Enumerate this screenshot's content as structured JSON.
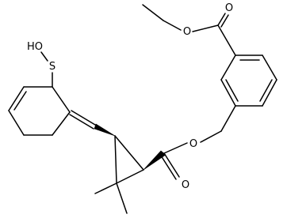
{
  "structure": {
    "atoms": {
      "ester_O_top": "O",
      "carbonyl_O_top": "O",
      "S": "S",
      "HO": "HO",
      "ester_O_bottom": "O",
      "carbonyl_O_bottom": "O"
    }
  },
  "colors": {
    "bond": "#000000",
    "background": "#ffffff"
  }
}
